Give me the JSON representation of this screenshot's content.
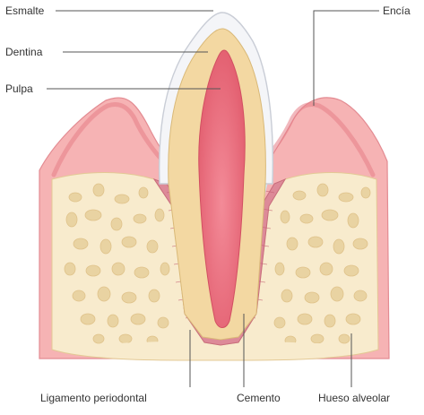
{
  "labels": {
    "esmalte": "Esmalte",
    "dentina": "Dentina",
    "pulpa": "Pulpa",
    "encia": "Encía",
    "ligamento": "Ligamento periodontal",
    "cemento": "Cemento",
    "hueso": "Hueso alveolar"
  },
  "colors": {
    "enamel": "#f1f3f6",
    "dentin": "#f3d9a4",
    "pulp": "#e96c7a",
    "gum": "#f5a9ab",
    "gum_dark": "#e57d86",
    "bone": "#f7e9c9",
    "bone_spots": "#ead5a4",
    "ligament": "#d77c8c",
    "leader": "#555555"
  }
}
